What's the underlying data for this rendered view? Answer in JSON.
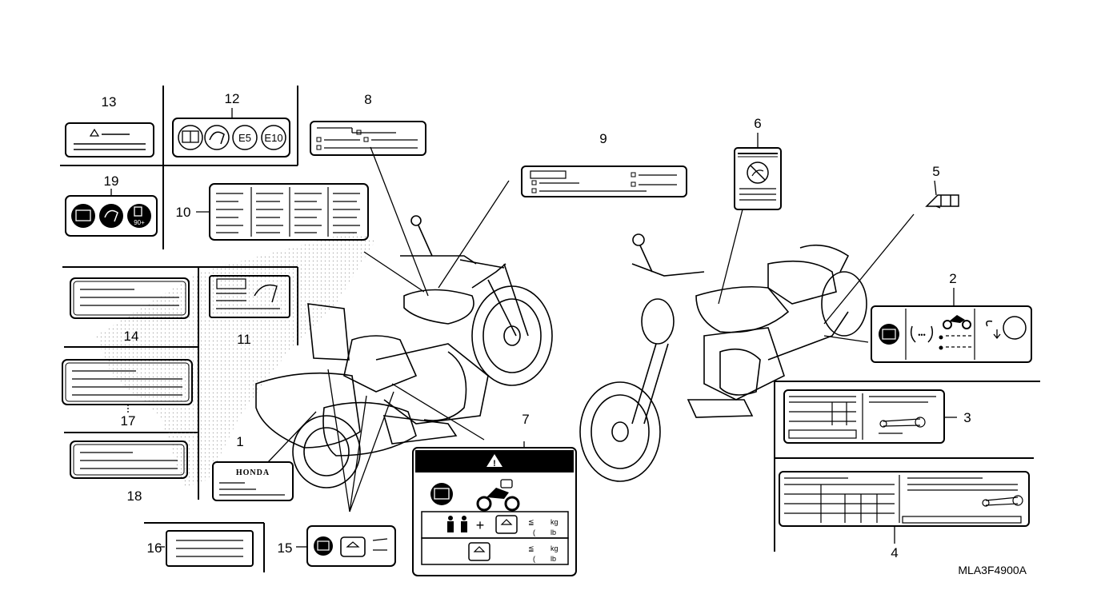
{
  "diagram": {
    "code": "MLA3F4900A",
    "callouts": [
      "1",
      "2",
      "3",
      "4",
      "5",
      "6",
      "7",
      "8",
      "9",
      "10",
      "11",
      "12",
      "13",
      "14",
      "15",
      "16",
      "17",
      "18",
      "19"
    ],
    "label_texts": {
      "honda": "HONDA",
      "e5": "E5",
      "e10": "E10",
      "octane": "90+",
      "kg": "kg",
      "lb": "lb",
      "warning": "!",
      "le": "≦"
    }
  }
}
